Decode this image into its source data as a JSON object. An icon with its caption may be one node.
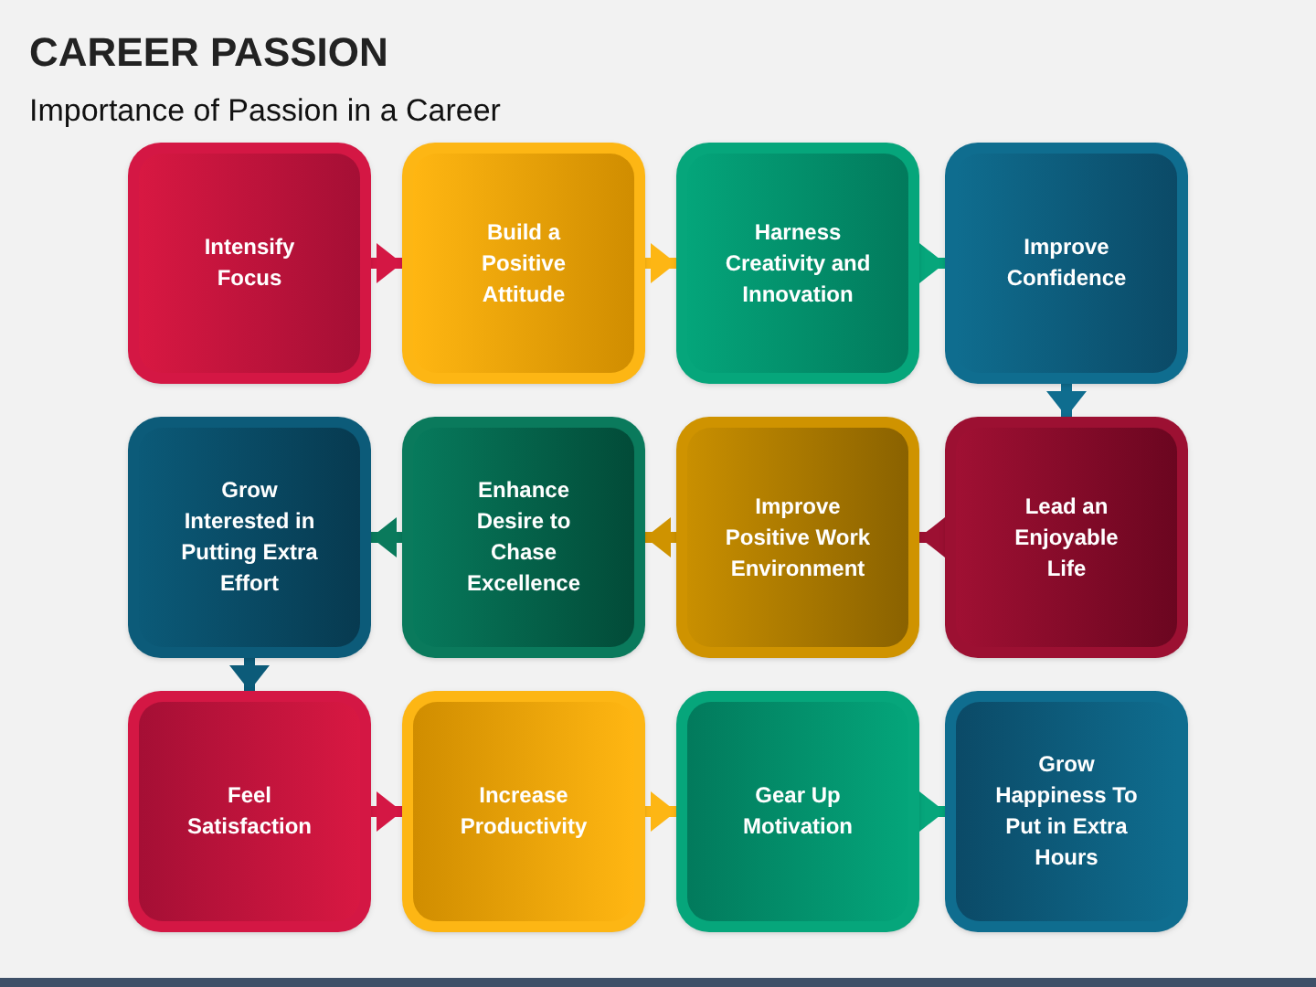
{
  "diagram": {
    "title": "CAREER PASSION",
    "caption": "Importance of Passion in a Career",
    "nodes": [
      {
        "text": [
          "Intensify Focus"
        ]
      },
      {
        "text": [
          "Build a Positive Attitude"
        ]
      },
      {
        "text": [
          "Harness Creativity and Innovation"
        ]
      },
      {
        "text": [
          "Improve Confidence"
        ]
      },
      {
        "text": [
          "Lead an Enjoyable Life"
        ]
      },
      {
        "text": [
          "Improve Positive Work Environment"
        ]
      },
      {
        "text": [
          "Enhance Desire to Chase Excellence"
        ]
      },
      {
        "text": [
          "Grow Interested in Putting Extra Effort"
        ]
      },
      {
        "text": [
          "Feel Satisfaction"
        ]
      },
      {
        "text": [
          "Increase Productivity"
        ]
      },
      {
        "text": [
          "Gear Up Motivation"
        ]
      },
      {
        "text": [
          "Grow Happiness To Put in Extra Hours"
        ]
      }
    ],
    "edges": [
      {
        "from": 0,
        "to": 1,
        "arrow": "to",
        "color": "#d41744"
      },
      {
        "from": 1,
        "to": 2,
        "arrow": "to",
        "color": "#fdb614"
      },
      {
        "from": 2,
        "to": 3,
        "arrow": "to",
        "color": "#06a67b"
      },
      {
        "from": 3,
        "to": 4,
        "arrow": "to",
        "color": "#0f6d8f"
      },
      {
        "from": 4,
        "to": 5,
        "arrow": "to",
        "color": "#9c1032"
      },
      {
        "from": 5,
        "to": 6,
        "arrow": "to",
        "color": "#cf9300"
      },
      {
        "from": 6,
        "to": 7,
        "arrow": "to",
        "color": "#0a7a5c"
      },
      {
        "from": 7,
        "to": 8,
        "arrow": "to",
        "color": "#0c5b79"
      },
      {
        "from": 8,
        "to": 9,
        "arrow": "to",
        "color": "#d41744"
      },
      {
        "from": 9,
        "to": 10,
        "arrow": "to",
        "color": "#fdb614"
      },
      {
        "from": 10,
        "to": 11,
        "arrow": "to",
        "color": "#06a67b"
      }
    ]
  }
}
